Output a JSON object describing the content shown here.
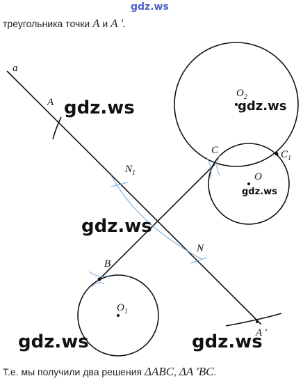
{
  "header": {
    "watermark": "gdz.ws",
    "text": "треугольника точки",
    "point_a": "A",
    "conj": "и",
    "point_a_prime": "A '.",
    "tail": ""
  },
  "footer": {
    "text": "Т.е. мы получили два решения",
    "tri1": "ΔABC",
    "sep": ",",
    "tri2": "ΔA 'BC",
    "end": "."
  },
  "labels": {
    "a": "a",
    "A": "A",
    "N1": "N",
    "N1_sub": "1",
    "N": "N",
    "B": "B",
    "C": "C",
    "C1": "C",
    "C1_sub": "1",
    "O": "O",
    "O1": "O",
    "O1_sub": "1",
    "O2": "O",
    "O2_sub": "2",
    "A_prime": "A '"
  },
  "watermarks": {
    "w1": "gdz.ws",
    "w2": "gdz.ws",
    "w3": "gdz.ws",
    "w4": "gdz.ws",
    "w5": "gdz.ws",
    "w6": "gdz.ws",
    "w7": "gdz.ws"
  },
  "colors": {
    "line": "#111111",
    "construction": "#6fa8dc",
    "watermark_top": "#4a5fcf"
  }
}
